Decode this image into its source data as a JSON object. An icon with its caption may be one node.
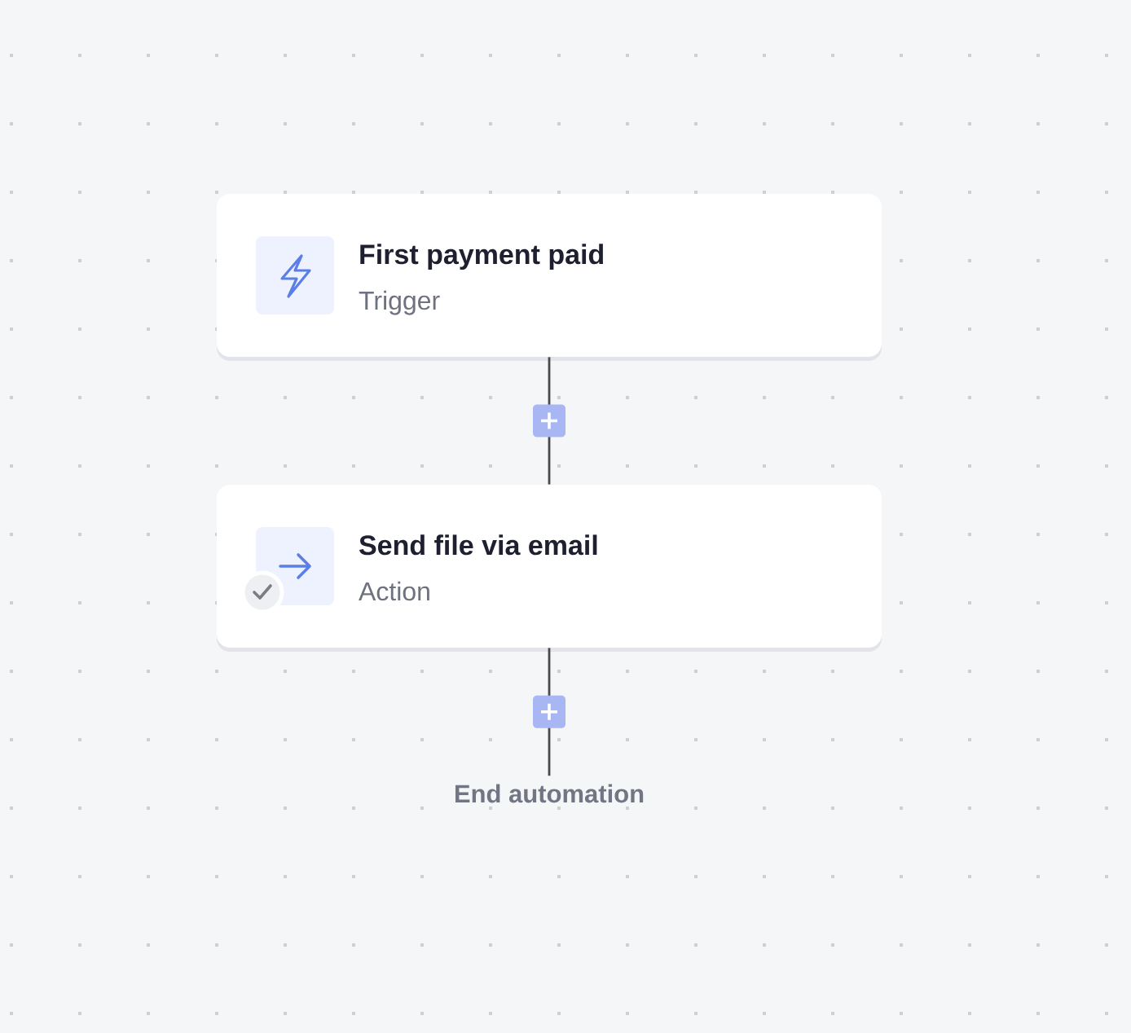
{
  "diagram": {
    "nodes": [
      {
        "text": [
          "First payment paid",
          "Trigger"
        ]
      },
      {
        "text": [
          "Send file via email",
          "Action"
        ]
      },
      {
        "text": [
          "End automation"
        ]
      }
    ],
    "edges": [
      {
        "from": 0,
        "to": 1,
        "arrow": "none"
      },
      {
        "from": 1,
        "to": 2,
        "arrow": "none"
      }
    ]
  }
}
